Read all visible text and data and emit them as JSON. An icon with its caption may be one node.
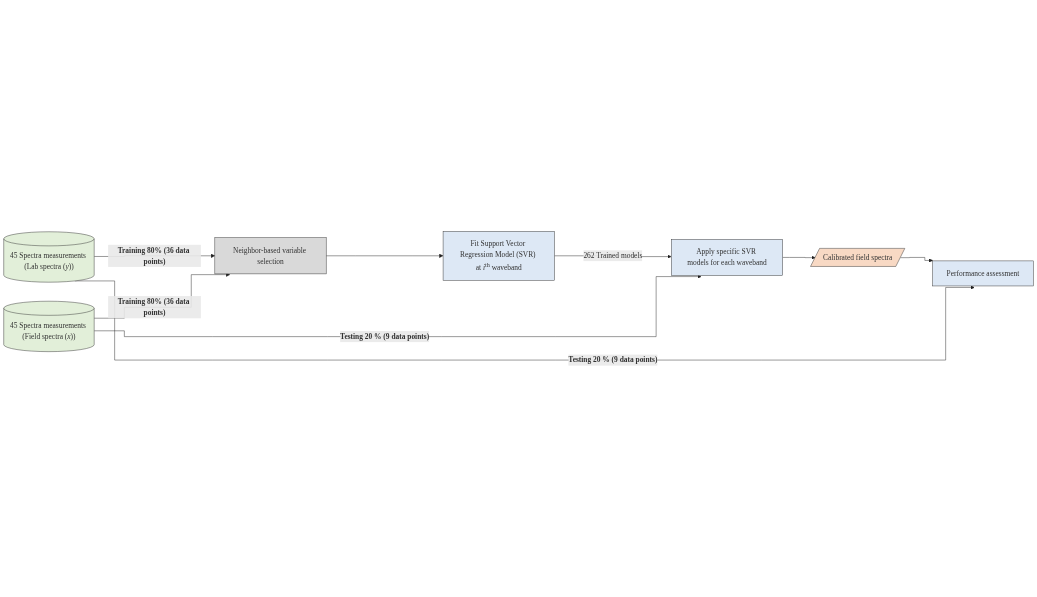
{
  "diagram": {
    "nodes": [
      {
        "text": [
          "45 Spectra measurements (Lab spectra (*y*))"
        ]
      },
      {
        "text": [
          "45 Spectra measurements (Field spectra (*x*))"
        ]
      },
      {
        "text": [
          "Neighbor-based variable selection"
        ]
      },
      {
        "text": [
          "Fit Support Vector Regression Model (SVR) at *i*$^{th}$ waveband"
        ]
      },
      {
        "text": [
          "Apply specific SVR models for each waveband"
        ]
      },
      {
        "text": [
          "Calibrated field spectra"
        ]
      },
      {
        "text": [
          "Performance assessment"
        ]
      }
    ],
    "edges": [
      {
        "from": 0,
        "to": 2,
        "arrow": "to",
        "label": "Training 80% (36 data points)"
      },
      {
        "from": 1,
        "to": 2,
        "arrow": "to",
        "label": "Training 80% (36 data points)"
      },
      {
        "from": 2,
        "to": 3,
        "arrow": "to"
      },
      {
        "from": 3,
        "to": 4,
        "arrow": "to",
        "label": "262 Trained models"
      },
      {
        "from": 1,
        "to": 4,
        "arrow": "to",
        "label": "Testing 20 % (9 data points)"
      },
      {
        "from": 4,
        "to": 5,
        "arrow": "to"
      },
      {
        "from": 5,
        "to": 6,
        "arrow": "to"
      },
      {
        "from": 0,
        "to": 6,
        "arrow": "to",
        "label": "Testing 20 % (9 data points)"
      }
    ]
  }
}
